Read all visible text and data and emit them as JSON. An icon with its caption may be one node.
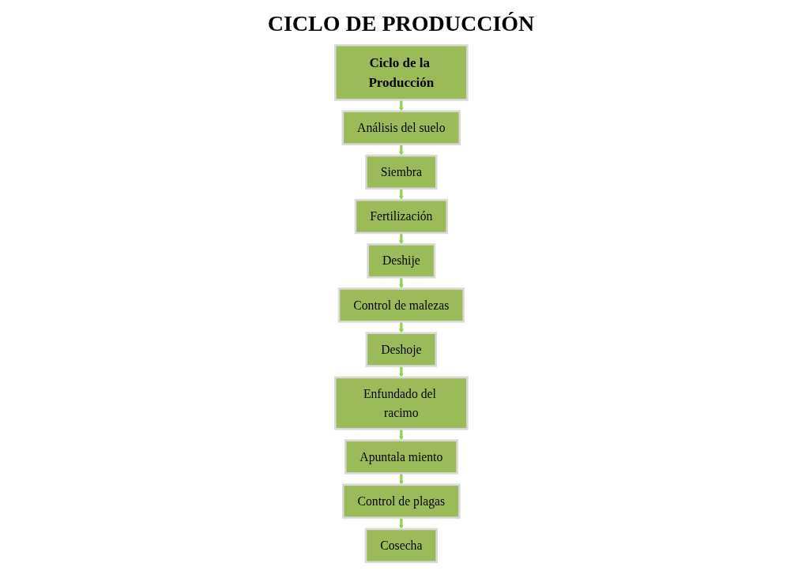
{
  "diagram": {
    "title": "CICLO DE PRODUCCIÓN",
    "nodes": [
      {
        "text": [
          "Ciclo de la Producción"
        ]
      },
      {
        "text": [
          "Análisis del suelo"
        ]
      },
      {
        "text": [
          "Siembra"
        ]
      },
      {
        "text": [
          "Fertilización"
        ]
      },
      {
        "text": [
          "Deshije"
        ]
      },
      {
        "text": [
          "Control de malezas"
        ]
      },
      {
        "text": [
          "Deshoje"
        ]
      },
      {
        "text": [
          "Enfundado del racimo"
        ]
      },
      {
        "text": [
          "Apuntala miento"
        ]
      },
      {
        "text": [
          "Control de plagas"
        ]
      },
      {
        "text": [
          "Cosecha"
        ]
      }
    ],
    "edges": [
      {
        "from": 0,
        "to": 1,
        "arrow": "to"
      },
      {
        "from": 1,
        "to": 2,
        "arrow": "to"
      },
      {
        "from": 2,
        "to": 3,
        "arrow": "to"
      },
      {
        "from": 3,
        "to": 4,
        "arrow": "to"
      },
      {
        "from": 4,
        "to": 5,
        "arrow": "to"
      },
      {
        "from": 5,
        "to": 6,
        "arrow": "to"
      },
      {
        "from": 6,
        "to": 7,
        "arrow": "to"
      },
      {
        "from": 7,
        "to": 8,
        "arrow": "to"
      },
      {
        "from": 8,
        "to": 9,
        "arrow": "to"
      },
      {
        "from": 9,
        "to": 10,
        "arrow": "to"
      }
    ]
  }
}
